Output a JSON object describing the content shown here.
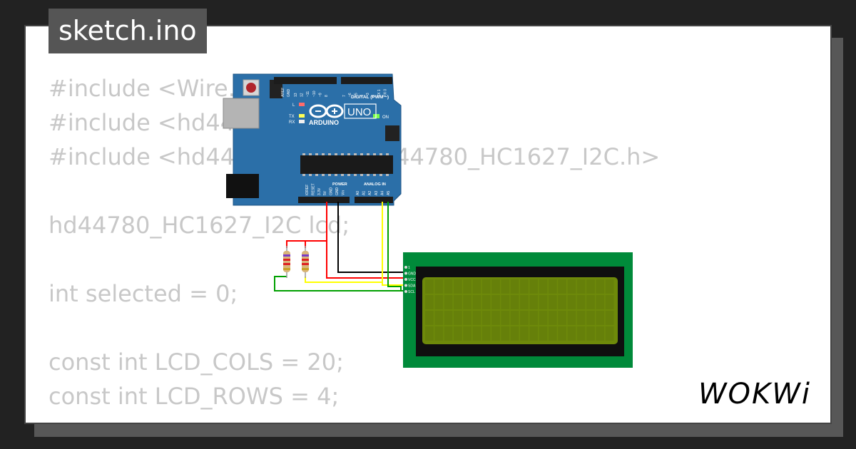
{
  "file_tab": {
    "label": "sketch.ino"
  },
  "code_lines": [
    "#include <Wire.h>",
    "#include <hd44780.h>",
    "#include <hd44780ioClass/hd44780_HC1627_I2C.h>",
    "",
    "hd44780_HC1627_I2C lcd;",
    "",
    "int selected = 0;",
    "",
    "const int LCD_COLS = 20;",
    "const int LCD_ROWS = 4;"
  ],
  "arduino": {
    "brand": "ARDUINO",
    "model": "UNO",
    "digital_label": "DIGITAL (PWM ~)",
    "power_label": "POWER",
    "analog_label": "ANALOG IN",
    "led_l": "L",
    "led_tx": "TX",
    "led_rx": "RX",
    "led_on": "ON",
    "aref": "AREF",
    "gnd": "GND",
    "digital_pins": [
      "13",
      "12",
      "~11",
      "~10",
      "~9",
      "8",
      "7",
      "~6",
      "~5",
      "4",
      "~3",
      "2",
      "TX 1",
      "RX 0"
    ],
    "power_pins": [
      "IOREF",
      "RESET",
      "3.3V",
      "5V",
      "GND",
      "GND",
      "Vin"
    ],
    "analog_pins": [
      "A0",
      "A1",
      "A2",
      "A3",
      "A4",
      "A5"
    ]
  },
  "lcd": {
    "pin_labels": [
      "1",
      "GND",
      "VCC",
      "SDA",
      "SCL"
    ],
    "colors": {
      "pcb": "#008a3a",
      "bezel": "#0f0f0f",
      "screen": "#6e8a0a"
    }
  },
  "wires": {
    "colors": {
      "power": "#ff0000",
      "ground": "#000000",
      "sda": "#ffff00",
      "scl": "#00a000"
    }
  },
  "brand_logo": "WOKWi"
}
